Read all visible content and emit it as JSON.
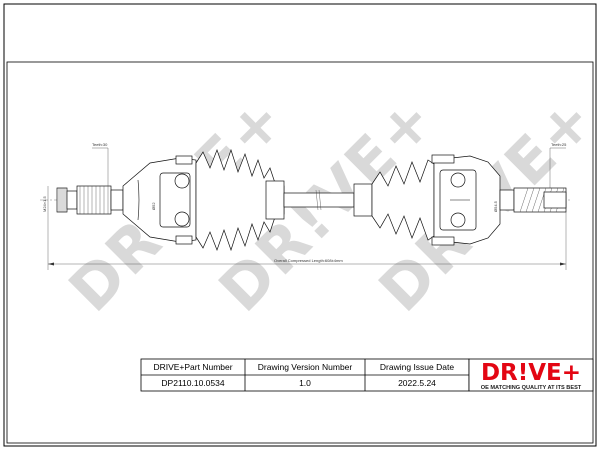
{
  "watermark": "DR!VE+",
  "annotations": {
    "teeth_left": "Teeth:30",
    "teeth_right": "Teeth:25",
    "thread_left": "M24×1.5",
    "dia_left": "Ø52",
    "dia_right": "Ø54.5",
    "overall_length": "Overall  Compressed  Length:608±4mm"
  },
  "title_block": {
    "headers": [
      "DRIVE+Part Number",
      "Drawing Version Number",
      "Drawing Issue Date"
    ],
    "values": [
      "DP2110.10.0534",
      "1.0",
      "2022.5.24"
    ]
  },
  "logo": {
    "text": "DR!VE+",
    "tagline": "OE MATCHING QUALITY AT ITS BEST",
    "color": "#e30613"
  }
}
